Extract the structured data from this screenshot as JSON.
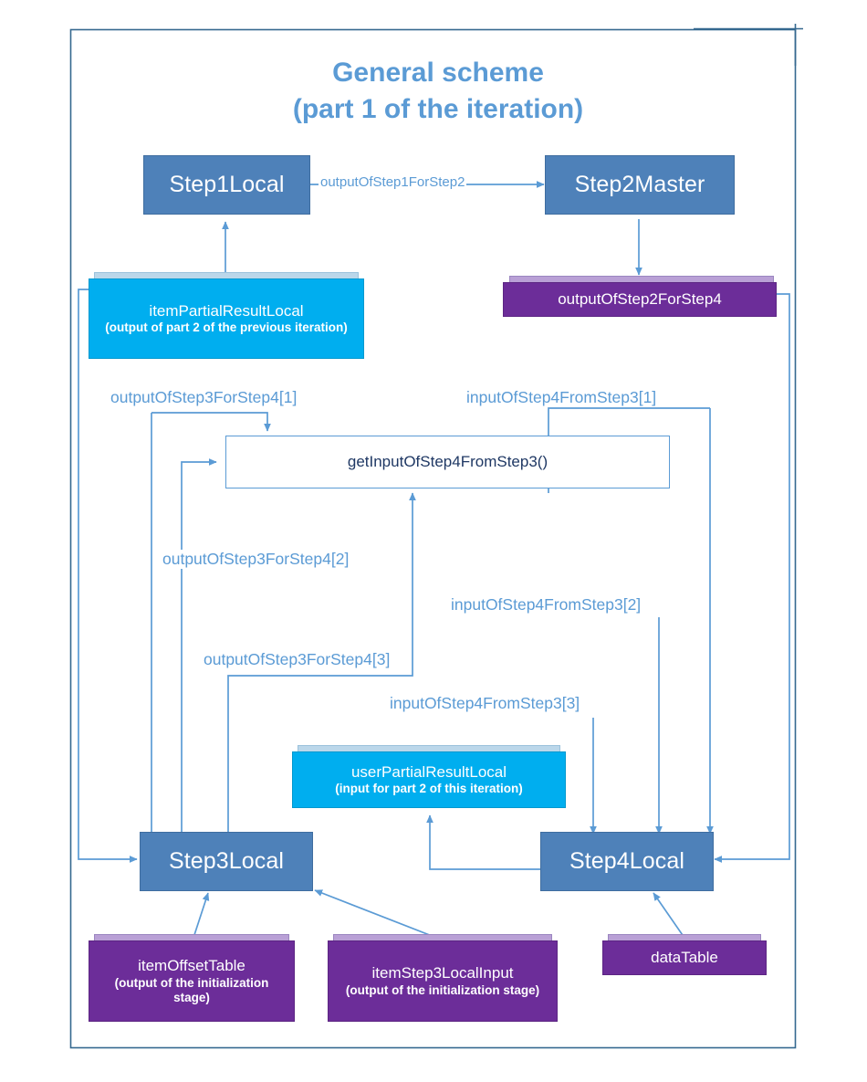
{
  "title": {
    "line1": "General scheme",
    "line2": "(part 1 of the iteration)"
  },
  "colors": {
    "title": "#5B9BD5",
    "step_box": "#4E81B9",
    "cyan_box": "#00AEEF",
    "purple_box": "#6C2D99",
    "connector": "#5B9BD5",
    "frame": "#35688F",
    "fn_box_border": "#5B9BD5",
    "fn_box_fill": "#FFFFFF"
  },
  "nodes": {
    "step1_local": {
      "label": "Step1Local"
    },
    "step2_master": {
      "label": "Step2Master"
    },
    "step3_local": {
      "label": "Step3Local"
    },
    "step4_local": {
      "label": "Step4Local"
    },
    "get_input_fn": {
      "label": "getInputOfStep4FromStep3()"
    },
    "item_partial_result_local": {
      "title": "itemPartialResultLocal",
      "sub": "(output of part 2 of the previous iteration)"
    },
    "user_partial_result_local": {
      "title": "userPartialResultLocal",
      "sub": "(input for part 2 of this iteration)"
    },
    "output_of_step2_for_step4": {
      "title": "outputOfStep2ForStep4"
    },
    "item_offset_table": {
      "title": "itemOffsetTable",
      "sub": "(output of the initialization stage)"
    },
    "item_step3_local_input": {
      "title": "itemStep3LocalInput",
      "sub": "(output of the initialization stage)"
    },
    "data_table": {
      "title": "dataTable"
    }
  },
  "edges": {
    "output_of_step1_for_step2": "outputOfStep1ForStep2",
    "output_of_step3_for_step4_1": "outputOfStep3ForStep4[1]",
    "output_of_step3_for_step4_2": "outputOfStep3ForStep4[2]",
    "output_of_step3_for_step4_3": "outputOfStep3ForStep4[3]",
    "input_of_step4_from_step3_1": "inputOfStep4FromStep3[1]",
    "input_of_step4_from_step3_2": "inputOfStep4FromStep3[2]",
    "input_of_step4_from_step3_3": "inputOfStep4FromStep3[3]"
  }
}
